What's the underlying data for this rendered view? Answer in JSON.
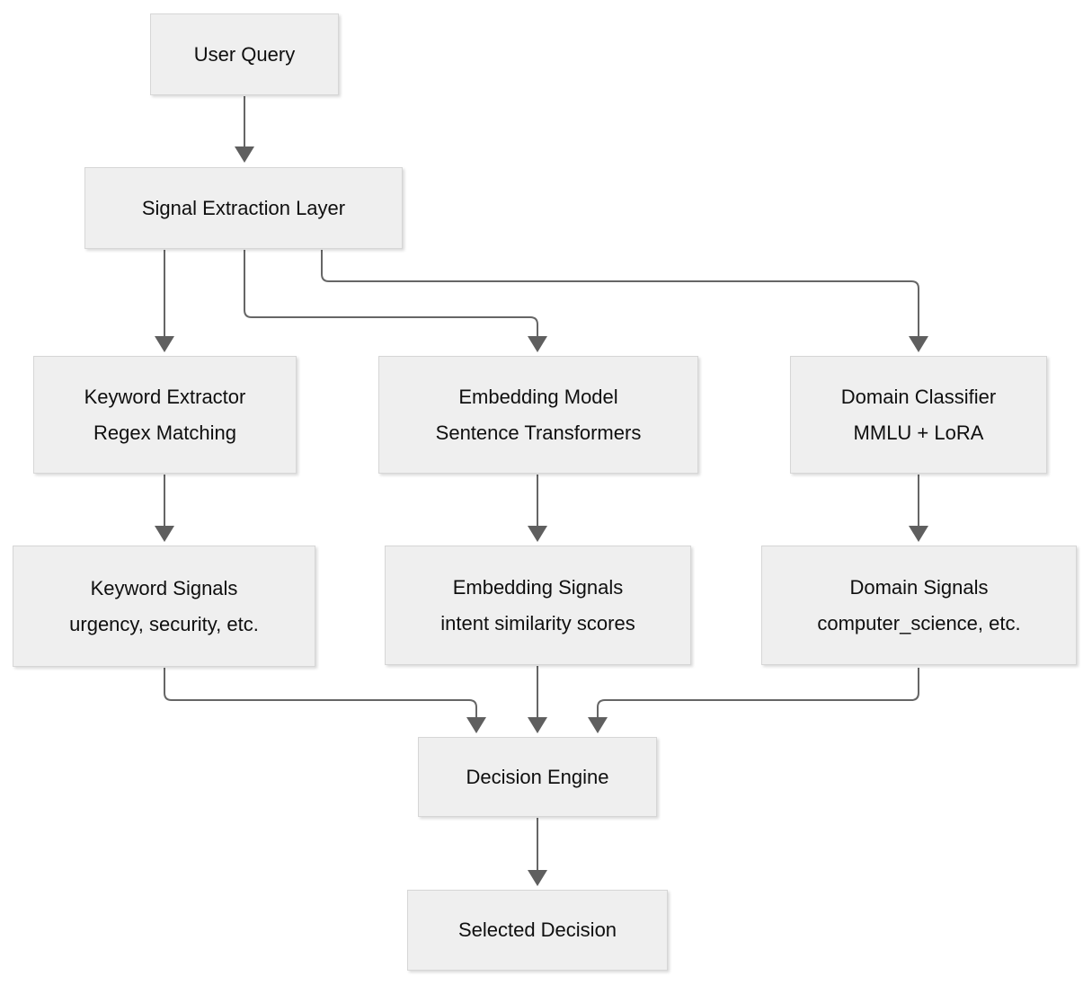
{
  "nodes": {
    "user_query": {
      "title": "User Query"
    },
    "signal_extraction": {
      "title": "Signal Extraction Layer"
    },
    "keyword_extractor": {
      "title": "Keyword Extractor",
      "subtitle": "Regex Matching"
    },
    "embedding_model": {
      "title": "Embedding Model",
      "subtitle": "Sentence Transformers"
    },
    "domain_classifier": {
      "title": "Domain Classifier",
      "subtitle": "MMLU + LoRA"
    },
    "keyword_signals": {
      "title": "Keyword Signals",
      "subtitle": "urgency, security, etc."
    },
    "embedding_signals": {
      "title": "Embedding Signals",
      "subtitle": "intent similarity scores"
    },
    "domain_signals": {
      "title": "Domain Signals",
      "subtitle": "computer_science, etc."
    },
    "decision_engine": {
      "title": "Decision Engine"
    },
    "selected_decision": {
      "title": "Selected Decision"
    }
  },
  "edges": [
    {
      "from": "user_query",
      "to": "signal_extraction"
    },
    {
      "from": "signal_extraction",
      "to": "keyword_extractor"
    },
    {
      "from": "signal_extraction",
      "to": "embedding_model"
    },
    {
      "from": "signal_extraction",
      "to": "domain_classifier"
    },
    {
      "from": "keyword_extractor",
      "to": "keyword_signals"
    },
    {
      "from": "embedding_model",
      "to": "embedding_signals"
    },
    {
      "from": "domain_classifier",
      "to": "domain_signals"
    },
    {
      "from": "keyword_signals",
      "to": "decision_engine"
    },
    {
      "from": "embedding_signals",
      "to": "decision_engine"
    },
    {
      "from": "domain_signals",
      "to": "decision_engine"
    },
    {
      "from": "decision_engine",
      "to": "selected_decision"
    }
  ],
  "colors": {
    "background": "#ffffff",
    "node_fill": "#efefef",
    "node_border": "#d6d6d6",
    "connector": "#666666",
    "arrowhead": "#5f5f5f",
    "text": "#0f0f0f"
  }
}
